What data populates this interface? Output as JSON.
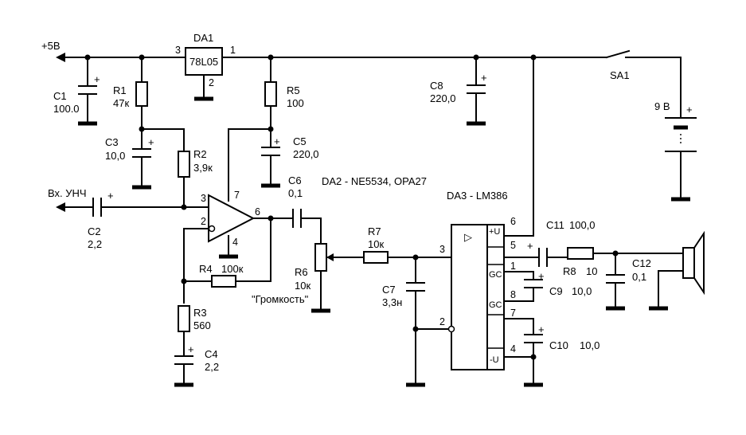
{
  "supply": {
    "label": "+5В",
    "bat_label": "9 В",
    "switch": "SA1"
  },
  "da1": {
    "name": "DA1",
    "type": "78L05",
    "pin_in": "3",
    "pin_out": "1",
    "pin_gnd": "2"
  },
  "da2": {
    "note": "DA2 - NE5534, OPA27",
    "p3": "3",
    "p2": "2",
    "p7": "7",
    "p6": "6",
    "p4": "4"
  },
  "da3": {
    "title": "DA3 -  LM386",
    "p6": "6",
    "p5": "5",
    "p1": "1",
    "p8": "8",
    "p7": "7",
    "p4": "4",
    "p3": "3",
    "p2": "2",
    "u_plus": "+U",
    "gc1": "GC",
    "gc2": "GC",
    "u_minus": "-U",
    "sym": "▷"
  },
  "input": {
    "label": "Вх. УНЧ"
  },
  "plus": "+",
  "parts": {
    "c1": {
      "name": "C1",
      "value": "100.0"
    },
    "r1": {
      "name": "R1",
      "value": "47к"
    },
    "c3": {
      "name": "C3",
      "value": "10,0"
    },
    "r2": {
      "name": "R2",
      "value": "3,9к"
    },
    "r5": {
      "name": "R5",
      "value": "100"
    },
    "c5": {
      "name": "C5",
      "value": "220,0"
    },
    "c6": {
      "name": "C6",
      "value": "0,1"
    },
    "c8": {
      "name": "C8",
      "value": "220,0"
    },
    "c2": {
      "name": "C2",
      "value": "2,2"
    },
    "r4": {
      "name": "R4",
      "value": "100к"
    },
    "r3": {
      "name": "R3",
      "value": "560"
    },
    "c4": {
      "name": "C4",
      "value": "2,2"
    },
    "r6": {
      "name": "R6",
      "value": "10к",
      "caption": "\"Громкость\""
    },
    "r7": {
      "name": "R7",
      "value": "10к"
    },
    "c7": {
      "name": "C7",
      "value": "3,3н"
    },
    "c11": {
      "name": "C11",
      "value": "100,0"
    },
    "r8": {
      "name": "R8",
      "value": "10"
    },
    "c12": {
      "name": "C12",
      "value": "0,1"
    },
    "c9": {
      "name": "C9",
      "value": "10,0"
    },
    "c10": {
      "name": "C10",
      "value": "10,0"
    }
  }
}
